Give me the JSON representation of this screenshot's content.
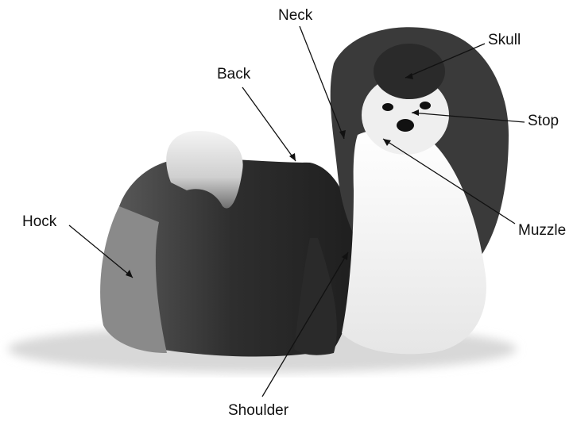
{
  "diagram": {
    "subject_icon": "dog-illustration",
    "colors": {
      "ink": "#111111",
      "fur_dark": "#2b2b2b",
      "fur_mid": "#6b6b6b",
      "fur_light": "#f2f2f2",
      "shadow": "#cfcfcf"
    },
    "labels": {
      "neck": "Neck",
      "skull": "Skull",
      "back": "Back",
      "stop": "Stop",
      "muzzle": "Muzzle",
      "hock": "Hock",
      "shoulder": "Shoulder"
    }
  }
}
